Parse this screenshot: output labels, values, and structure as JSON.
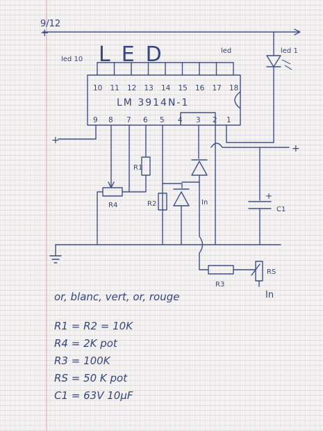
{
  "supply_label": "9/12",
  "title": "LED",
  "chip_name": "LM 3914N-1",
  "led10_label": "led 10",
  "led_label": "led",
  "led1_label": "led 1",
  "pins_top": [
    "10",
    "11",
    "12",
    "13",
    "14",
    "15",
    "16",
    "17",
    "18"
  ],
  "pins_bottom": [
    "9",
    "8",
    "7",
    "6",
    "5",
    "4",
    "3",
    "2",
    "1"
  ],
  "plus": "+",
  "ground": "⏚",
  "r1": "R1",
  "r2": "R2",
  "r3": "R3",
  "r4": "R4",
  "r5": "RS",
  "c1": "C1",
  "in_label": "In",
  "in_label2": "In",
  "colors_note": "or, blanc, vert, or, rouge",
  "values": [
    "R1 = R2 = 10K",
    "R4 = 2K pot",
    "R3 = 100K",
    "RS = 50 K pot",
    "C1 = 63V 10µF"
  ]
}
